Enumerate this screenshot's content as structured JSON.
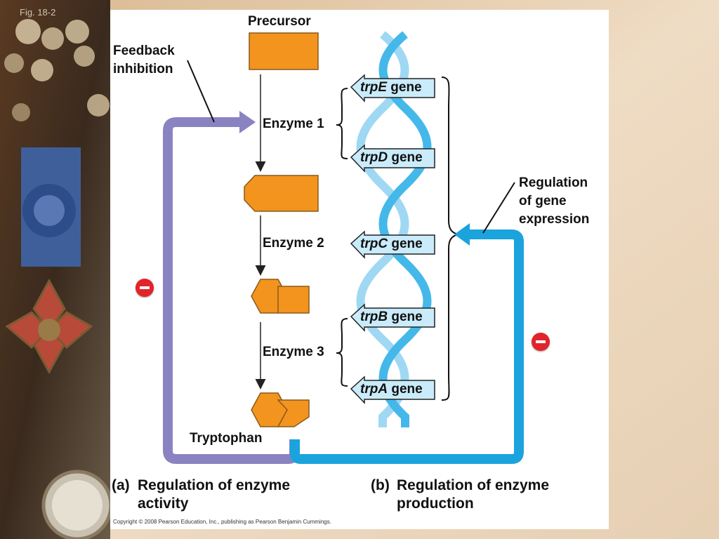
{
  "figure_label": "Fig. 18-2",
  "labels": {
    "precursor": "Precursor",
    "feedback_inhibition": [
      "Feedback",
      "inhibition"
    ],
    "enzyme1": "Enzyme 1",
    "enzyme2": "Enzyme 2",
    "enzyme3": "Enzyme 3",
    "tryptophan": "Tryptophan",
    "regulation_gene_expression": [
      "Regulation",
      "of gene",
      "expression"
    ]
  },
  "genes": [
    {
      "name": "trpE",
      "suffix": " gene"
    },
    {
      "name": "trpD",
      "suffix": " gene"
    },
    {
      "name": "trpC",
      "suffix": " gene"
    },
    {
      "name": "trpB",
      "suffix": " gene"
    },
    {
      "name": "trpA",
      "suffix": " gene"
    }
  ],
  "captions": {
    "a_prefix": "(a)",
    "a_text": [
      "Regulation of enzyme",
      "activity"
    ],
    "b_prefix": "(b)",
    "b_text": [
      "Regulation of enzyme",
      "production"
    ]
  },
  "copyright": "Copyright © 2008 Pearson Education, Inc., publishing as Pearson Benjamin Cummings.",
  "colors": {
    "orange": "#f3941f",
    "purple_arrow": "#8a83c2",
    "blue_arrow": "#1ba3dd",
    "dna_blue": "#45b8ea",
    "gene_box": "#c9ebfa",
    "inhibit_red": "#e2232a"
  }
}
